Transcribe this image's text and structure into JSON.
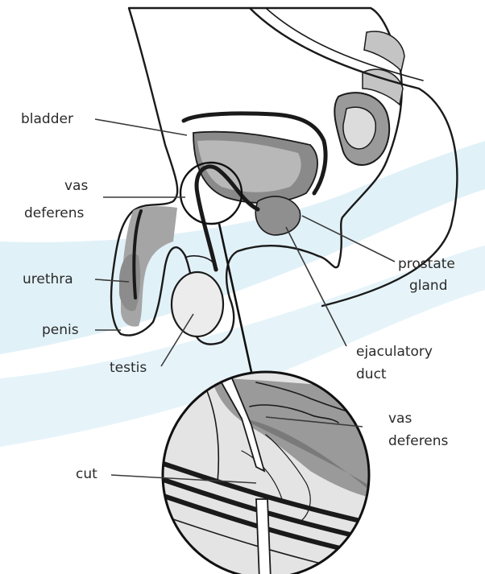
{
  "labels": {
    "bladder": "bladder",
    "vas_deferens_1": "vas",
    "vas_deferens_2": "deferens",
    "urethra": "urethra",
    "penis": "penis",
    "testis": "testis",
    "prostate_1": "prostate",
    "prostate_2": "gland",
    "ejaculatory_1": "ejaculatory",
    "ejaculatory_2": "duct",
    "inset_vas_1": "vas",
    "inset_vas_2": "deferens",
    "cut": "cut"
  },
  "colors": {
    "background": "#ffffff",
    "swoosh": "#d9eef6",
    "tissue_light": "#d6d6d6",
    "tissue_mid": "#a9a9a9",
    "tissue_dark": "#7c7c7c",
    "outline": "#1a1a1a"
  }
}
